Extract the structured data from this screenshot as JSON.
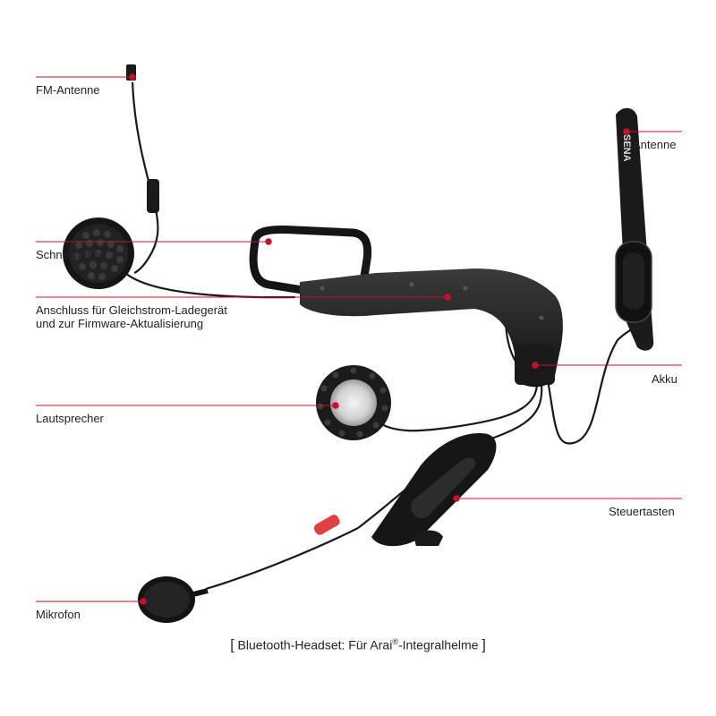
{
  "labels": {
    "fm_antenna": "FM-Antenne",
    "antenna": "Antenne",
    "quick_mount": "Schnellhalter",
    "dc_port": "Anschluss für Gleichstrom-Ladegerät\nund zur Firmware-Aktualisierung",
    "battery": "Akku",
    "speaker": "Lautsprecher",
    "control_buttons": "Steuertasten",
    "microphone": "Mikrofon"
  },
  "caption": {
    "open": "[",
    "text": "Bluetooth-Headset: Für Arai",
    "reg": "®",
    "text_end": "-Integralhelme",
    "close": "]"
  },
  "brand_mark": "SENA",
  "colors": {
    "leader_line": "#c8102e",
    "device": "#1c1c1c",
    "accent_red": "#e0403f"
  }
}
